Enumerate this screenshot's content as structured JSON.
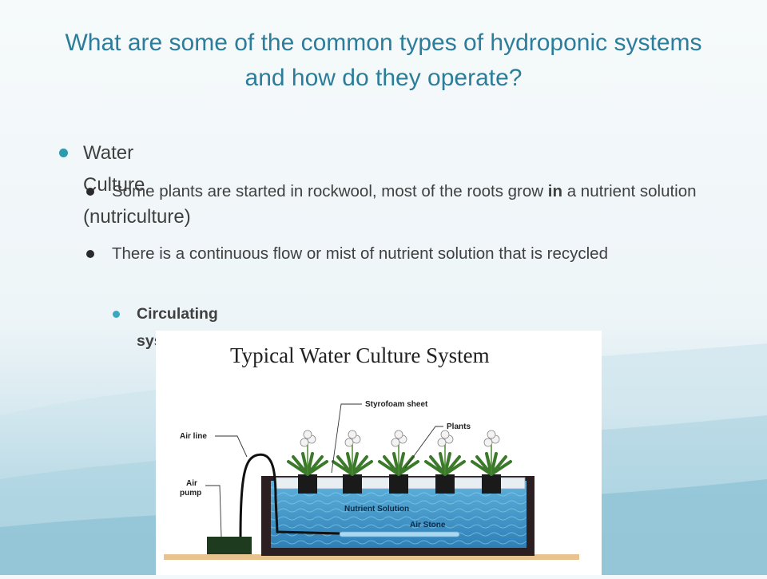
{
  "slide": {
    "title": "What are some of the common types of hydroponic systems and how do they operate?",
    "bullets": {
      "level1": "Water Culture (nutriculture)",
      "level2_a_prefix": "Some plants are started in rockwool, most of the roots grow ",
      "level2_a_bold": "in",
      "level2_a_suffix": " a nutrient solution",
      "level2_b": "There is a continuous flow or mist of nutrient solution that is recycled",
      "level3": "Circulating systems"
    }
  },
  "diagram": {
    "title": "Typical Water Culture System",
    "labels": {
      "styrofoam": "Styrofoam sheet",
      "plants": "Plants",
      "air_line": "Air line",
      "air_pump_1": "Air",
      "air_pump_2": "pump",
      "nutrient": "Nutrient Solution",
      "air_stone": "Air Stone"
    }
  },
  "colors": {
    "title": "#2d7d9a",
    "body_text": "#404040",
    "bullet_teal": "#2e9ab0",
    "water": "#3d94c9"
  }
}
